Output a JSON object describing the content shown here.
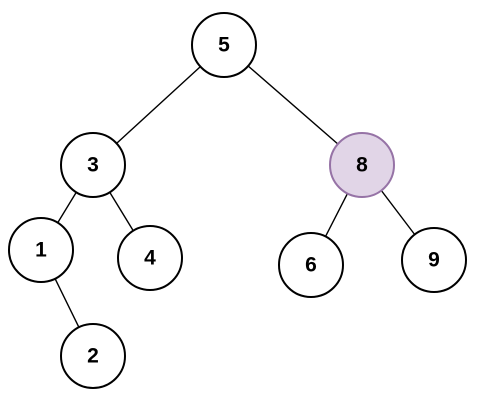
{
  "diagram": {
    "type": "binary-tree",
    "colors": {
      "default_fill": "#ffffff",
      "default_stroke": "#000000",
      "highlight_fill": "#e1d5e7",
      "highlight_stroke": "#9673a6"
    },
    "nodes": [
      {
        "id": "n5",
        "label": "5",
        "highlighted": false
      },
      {
        "id": "n3",
        "label": "3",
        "highlighted": false
      },
      {
        "id": "n8",
        "label": "8",
        "highlighted": true
      },
      {
        "id": "n1",
        "label": "1",
        "highlighted": false
      },
      {
        "id": "n4",
        "label": "4",
        "highlighted": false
      },
      {
        "id": "n6",
        "label": "6",
        "highlighted": false
      },
      {
        "id": "n9",
        "label": "9",
        "highlighted": false
      },
      {
        "id": "n2",
        "label": "2",
        "highlighted": false
      }
    ],
    "edges": [
      {
        "from": "n5",
        "to": "n3"
      },
      {
        "from": "n5",
        "to": "n8"
      },
      {
        "from": "n3",
        "to": "n1"
      },
      {
        "from": "n3",
        "to": "n4"
      },
      {
        "from": "n8",
        "to": "n6"
      },
      {
        "from": "n8",
        "to": "n9"
      },
      {
        "from": "n1",
        "to": "n2"
      }
    ]
  }
}
